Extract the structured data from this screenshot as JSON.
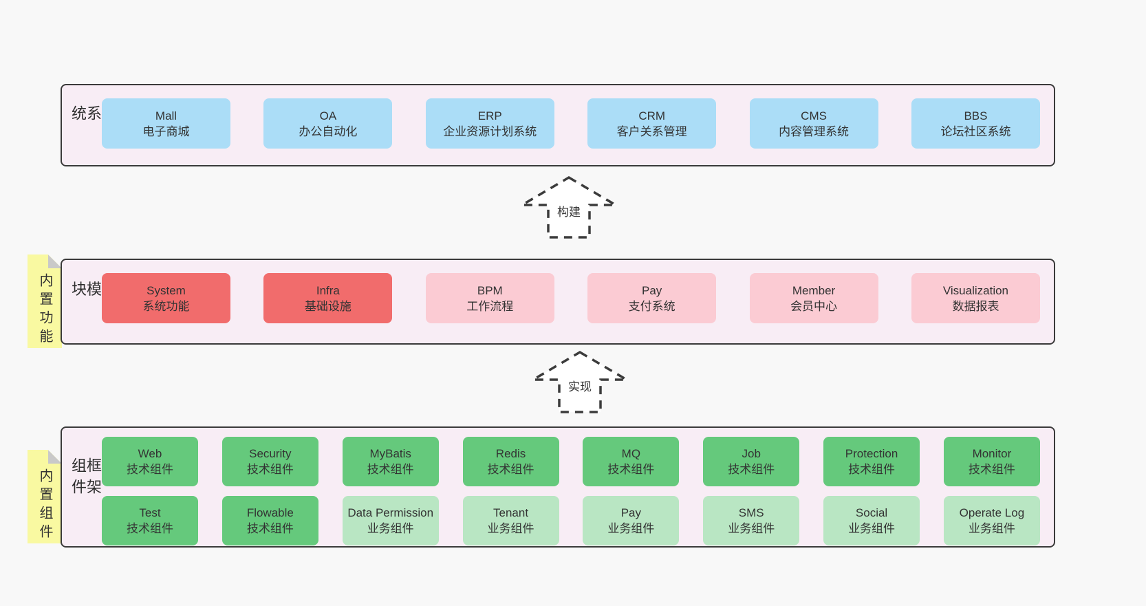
{
  "colors": {
    "page_bg": "#f8f8f8",
    "band_fill": "#f8edf5",
    "band_border": "#3a3a3a",
    "business_box_blue": "#abddf7",
    "module_box_red": "#f16c6c",
    "module_box_pink": "#fbcbd3",
    "framework_box_green": "#65c97c",
    "framework_box_light_green": "#b9e6c3",
    "note_yellow": "#f9f9a1",
    "note_fold_gray": "#c9c9c9",
    "text": "#333333"
  },
  "section_business": {
    "label": "业务系统",
    "items": [
      {
        "title": "Mall",
        "subtitle": "电子商城"
      },
      {
        "title": "OA",
        "subtitle": "办公自动化"
      },
      {
        "title": "ERP",
        "subtitle": "企业资源计划系统"
      },
      {
        "title": "CRM",
        "subtitle": "客户关系管理"
      },
      {
        "title": "CMS",
        "subtitle": "内容管理系统"
      },
      {
        "title": "BBS",
        "subtitle": "论坛社区系统"
      }
    ]
  },
  "arrows": {
    "build": "构建",
    "implement": "实现"
  },
  "section_modules": {
    "label": "通用模块",
    "note": "内置功能",
    "items": [
      {
        "title": "System",
        "subtitle": "系统功能",
        "variant": "red"
      },
      {
        "title": "Infra",
        "subtitle": "基础设施",
        "variant": "red"
      },
      {
        "title": "BPM",
        "subtitle": "工作流程",
        "variant": "pink"
      },
      {
        "title": "Pay",
        "subtitle": "支付系统",
        "variant": "pink"
      },
      {
        "title": "Member",
        "subtitle": "会员中心",
        "variant": "pink"
      },
      {
        "title": "Visualization",
        "subtitle": "数据报表",
        "variant": "pink"
      }
    ]
  },
  "section_framework": {
    "label": "框架组件",
    "note": "内置组件",
    "rows": [
      [
        {
          "title": "Web",
          "subtitle": "技术组件",
          "variant": "green"
        },
        {
          "title": "Security",
          "subtitle": "技术组件",
          "variant": "green"
        },
        {
          "title": "MyBatis",
          "subtitle": "技术组件",
          "variant": "green"
        },
        {
          "title": "Redis",
          "subtitle": "技术组件",
          "variant": "green"
        },
        {
          "title": "MQ",
          "subtitle": "技术组件",
          "variant": "green"
        },
        {
          "title": "Job",
          "subtitle": "技术组件",
          "variant": "green"
        },
        {
          "title": "Protection",
          "subtitle": "技术组件",
          "variant": "green"
        },
        {
          "title": "Monitor",
          "subtitle": "技术组件",
          "variant": "green"
        }
      ],
      [
        {
          "title": "Test",
          "subtitle": "技术组件",
          "variant": "green"
        },
        {
          "title": "Flowable",
          "subtitle": "技术组件",
          "variant": "green"
        },
        {
          "title": "Data Permission",
          "subtitle": "业务组件",
          "variant": "light_green"
        },
        {
          "title": "Tenant",
          "subtitle": "业务组件",
          "variant": "light_green"
        },
        {
          "title": "Pay",
          "subtitle": "业务组件",
          "variant": "light_green"
        },
        {
          "title": "SMS",
          "subtitle": "业务组件",
          "variant": "light_green"
        },
        {
          "title": "Social",
          "subtitle": "业务组件",
          "variant": "light_green"
        },
        {
          "title": "Operate Log",
          "subtitle": "业务组件",
          "variant": "light_green"
        }
      ]
    ]
  }
}
